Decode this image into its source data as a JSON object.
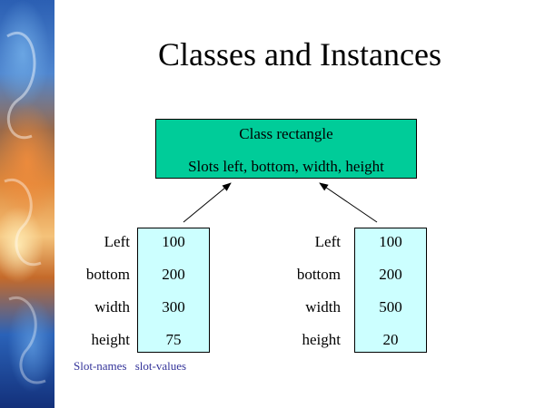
{
  "title": "Classes and Instances",
  "colors": {
    "class_box": "#00cc99",
    "instance_box": "#ccffff",
    "caption_text": "#333399"
  },
  "class_box": {
    "line1": "Class rectangle",
    "line2": "Slots left, bottom, width, height"
  },
  "instances": [
    {
      "slot_names": [
        "Left",
        "bottom",
        "width",
        "height"
      ],
      "slot_values": [
        "100",
        "200",
        "300",
        "75"
      ]
    },
    {
      "slot_names": [
        "Left",
        "bottom",
        "width",
        "height"
      ],
      "slot_values": [
        "100",
        "200",
        "500",
        "20"
      ]
    }
  ],
  "caption": {
    "slot_names": "Slot-names",
    "slot_values": "slot-values"
  }
}
